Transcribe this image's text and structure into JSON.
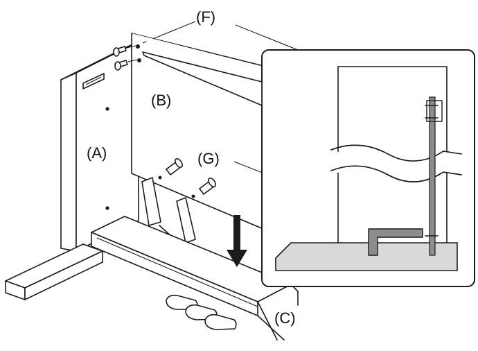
{
  "labels": {
    "f": "(F)",
    "b": "(B)",
    "a": "(A)",
    "g": "(G)",
    "c": "(C)"
  },
  "colors": {
    "line": "#1a1a1a",
    "background": "#ffffff",
    "detail_floor": "#d9d9d9",
    "detail_rod": "#8c8c8c"
  },
  "icons": [
    "arrow-down-icon",
    "screw-icon",
    "pedal-icon"
  ]
}
